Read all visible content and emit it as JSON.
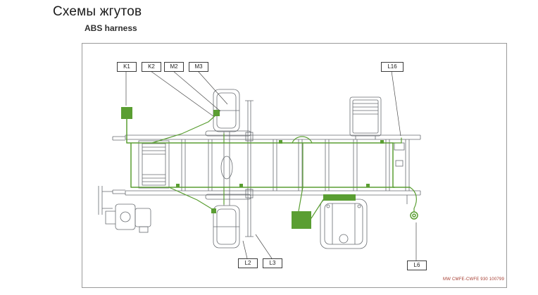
{
  "page": {
    "title": "Схемы жгутов",
    "subtitle": "ABS harness"
  },
  "diagram": {
    "labels": {
      "k1": "K1",
      "k2": "K2",
      "m2": "M2",
      "m3": "M3",
      "l16": "L16",
      "l2": "L2",
      "l3": "L3",
      "l6": "L6"
    },
    "footnote": "MW CMFE-CWFE 930 100799",
    "colors": {
      "harness_green": "#5a9e32",
      "chassis_gray": "#676b70",
      "footnote_red": "#a43a2e"
    }
  }
}
